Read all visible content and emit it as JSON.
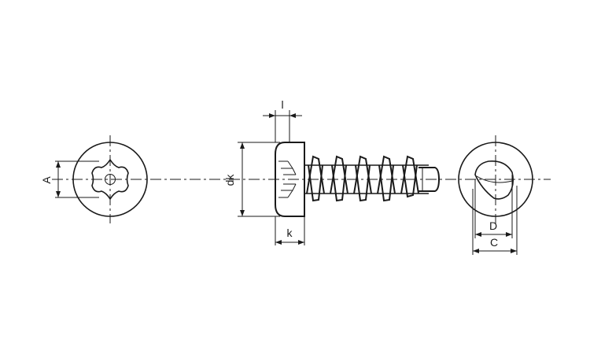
{
  "dimensions": {
    "A": "A",
    "l": "l",
    "dk": "dk",
    "k": "k",
    "D": "D",
    "C": "C"
  },
  "colors": {
    "line": "#1a1a1a",
    "background": "#ffffff"
  },
  "views": [
    "head-top-view",
    "side-view",
    "tip-end-view"
  ]
}
